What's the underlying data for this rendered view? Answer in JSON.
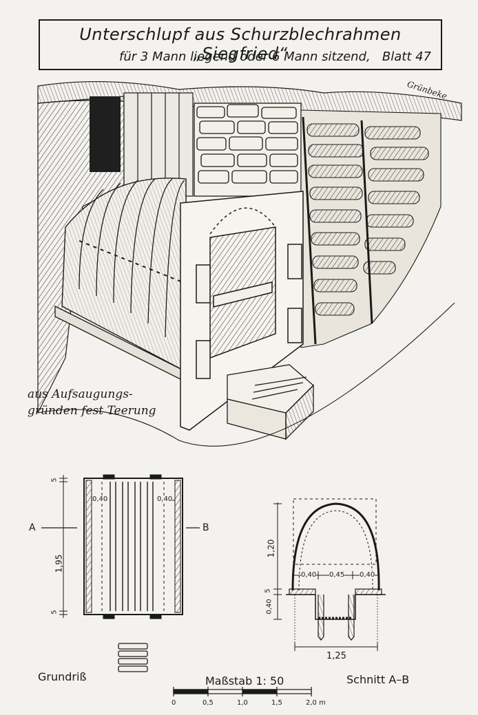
{
  "title": {
    "line1": "Unterschlupf aus Schurzblechrahmen „Siegfried“",
    "line2_main": "für 3 Mann liegend oder 6 Mann sitzend,",
    "line2_sheet": "Blatt 47"
  },
  "labels": {
    "turf": "Grünbeke",
    "supports_line1": "aus Aufsaugungs-",
    "supports_line2": "gründen fest Teerung",
    "plan_title": "Grundriß",
    "section_title": "Schnitt A–B",
    "scale_title": "Maßstab 1: 50"
  },
  "plan": {
    "marker_a": "A",
    "marker_b": "B",
    "dim_length": "1,95",
    "dim_top": "5",
    "dim_bottom": "5",
    "dim_left_inner": "0,40",
    "dim_right_inner": "0,40"
  },
  "section": {
    "dim_height": "1,20",
    "dim_mid": "5",
    "dim_base": "0,40",
    "dim_seg_left": "0,40",
    "dim_seg_mid": "0,45",
    "dim_seg_right": "0,40",
    "dim_width": "1,25"
  },
  "scale": {
    "ticks": [
      "0",
      "0,5",
      "1,0",
      "1,5",
      "2,0 m"
    ]
  }
}
